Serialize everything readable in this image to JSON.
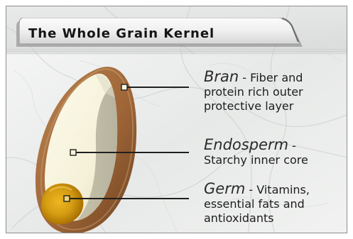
{
  "title": "The Whole Grain Kernel",
  "colors": {
    "background": "#eceeed",
    "tab_fill": "#f3f3f3",
    "tab_edge": "#7e7e7e",
    "bran": "#a36d3d",
    "bran_shadow": "#6f4522",
    "endosperm": "#f7f4dd",
    "endosperm_shadow": "#b7b19b",
    "germ": "#d59d12",
    "germ_shadow": "#9d6d05",
    "leader_line": "#202020"
  },
  "parts": [
    {
      "name": "Bran",
      "dash": " - ",
      "description": "Fiber and protein rich outer protective layer"
    },
    {
      "name": "Endosperm",
      "dash": " -",
      "description": "Starchy inner core"
    },
    {
      "name": "Germ",
      "dash": " - ",
      "description": "Vitamins, essential fats and antioxidants"
    }
  ]
}
